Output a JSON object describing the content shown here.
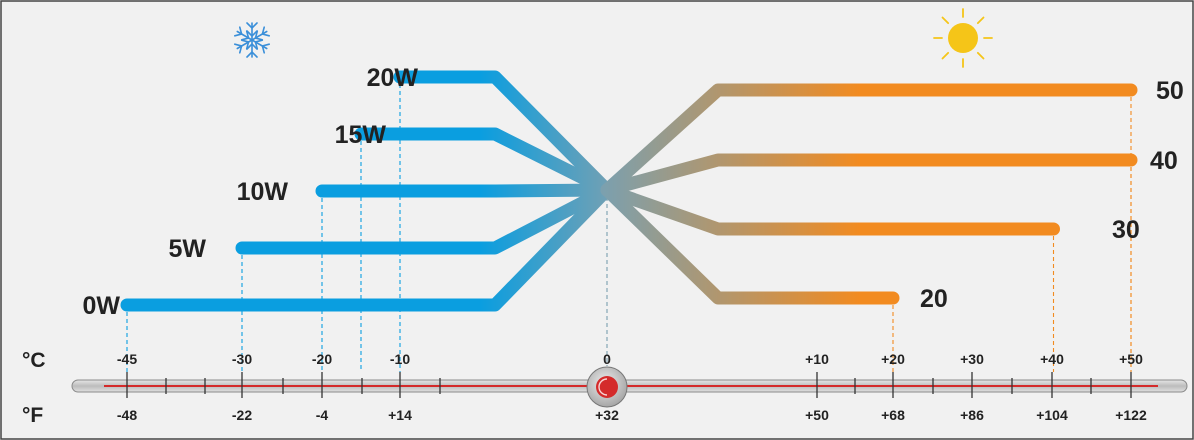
{
  "diagram": {
    "colors": {
      "winter": "#0a9ee0",
      "summer": "#f28b20",
      "mix": "#7aa0b0",
      "background": "#f1f1f1",
      "mercury": "#d42a2a",
      "snowflake_icon": "#3a8fd9",
      "sun_icon": "#f5c518"
    },
    "icons": [
      "snowflake-icon",
      "sun-icon"
    ],
    "winter_grades": [
      {
        "label": "0W",
        "celsius": -45
      },
      {
        "label": "5W",
        "celsius": -30
      },
      {
        "label": "10W",
        "celsius": -20
      },
      {
        "label": "15W",
        "celsius": -15
      },
      {
        "label": "20W",
        "celsius": -10
      }
    ],
    "summer_grades": [
      {
        "label": "50",
        "celsius": 50
      },
      {
        "label": "40",
        "celsius": 50
      },
      {
        "label": "30",
        "celsius": 45
      },
      {
        "label": "20",
        "celsius": 20
      }
    ],
    "celsius_unit": "°C",
    "fahrenheit_unit": "°F",
    "celsius_labels": [
      "-45",
      "-30",
      "-20",
      "-10",
      "0",
      "+10",
      "+20",
      "+30",
      "+40",
      "+50"
    ],
    "fahrenheit_labels": [
      "-48",
      "-22",
      "-4",
      "+14",
      "+32",
      "+50",
      "+68",
      "+86",
      "+104",
      "+122"
    ]
  }
}
